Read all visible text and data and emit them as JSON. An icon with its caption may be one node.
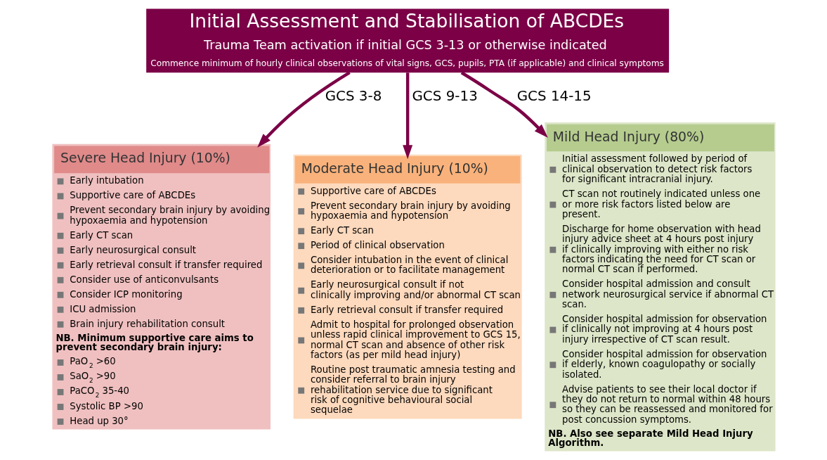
{
  "diagram": {
    "nodes": [
      {
        "text": [
          "Initial Assessment and Stabilisation of ABCDEs",
          "Trauma Team activation if initial GCS 3-13 or otherwise indicated",
          "Commence minimum of hourly clinical observations of vital signs, GCS, pupils, PTA (if applicable) and clinical symptoms"
        ]
      },
      {
        "text": [
          "Severe Head Injury (10%)",
          "Early intubation",
          "Supportive care of ABCDEs",
          "Prevent secondary brain injury by avoiding hypoxaemia and hypotension",
          "Early CT scan",
          "Early neurosurgical consult",
          "Early retrieval consult if transfer required",
          "Consider use of anticonvulsants",
          "Consider ICP monitoring",
          "ICU admission",
          "Brain injury rehabilitation consult",
          "NB. Minimum supportive care aims to prevent secondary brain injury:",
          "PaO$_{2}$ >60",
          "SaO$_{2}$ >90",
          "PaCO$_{2}$ 35-40",
          "Systolic BP >90",
          "Head up 30°"
        ]
      },
      {
        "text": [
          "Moderate Head Injury (10%)",
          "Supportive care of ABCDEs",
          "Prevent secondary brain injury by avoiding hypoxaemia and hypotension",
          "Early CT scan",
          "Period of clinical observation",
          "Consider intubation in the event of clinical deterioration or to facilitate management",
          "Early neurosurgical consult if not clinically improving and/or abnormal CT scan",
          "Early retrieval consult if transfer required",
          "Admit to hospital for prolonged observation unless rapid clinical improvement to GCS 15, normal CT scan and absence of other risk factors (as per mild head injury)",
          "Routine post traumatic amnesia testing and consider referral to brain injury rehabilitation service due to significant risk of cognitive behavioural social sequelae"
        ]
      },
      {
        "text": [
          "Mild Head Injury (80%)",
          "Initial assessment followed by period of clinical observation to detect risk factors for significant intracranial injury.",
          "CT scan not routinely indicated unless one or more risk factors listed below are present.",
          "Discharge for home observation with head injury advice sheet at 4 hours post injury if clinically improving with either no risk factors indicating the need for CT scan or normal CT scan if performed.",
          "Consider hospital admission and consult network neurosurgical service if abnormal CT scan.",
          "Consider hospital admission for observation if clinically not improving at 4 hours post injury irrespective of CT scan result.",
          "Consider hospital admission for observation if elderly, known coagulopathy or socially isolated.",
          "Advise patients to see their local doctor if they do not return to normal within 48 hours so they can be reassessed and monitored for post concussion symptoms.",
          "NB. Also see separate Mild Head Injury Algorithm."
        ]
      }
    ],
    "edges": [
      {
        "from": 0,
        "to": 1,
        "arrow": "to",
        "label": "GCS 3-8"
      },
      {
        "from": 0,
        "to": 2,
        "arrow": "to",
        "label": "GCS 9-13"
      },
      {
        "from": 0,
        "to": 3,
        "arrow": "to",
        "label": "GCS 14-15"
      }
    ]
  }
}
